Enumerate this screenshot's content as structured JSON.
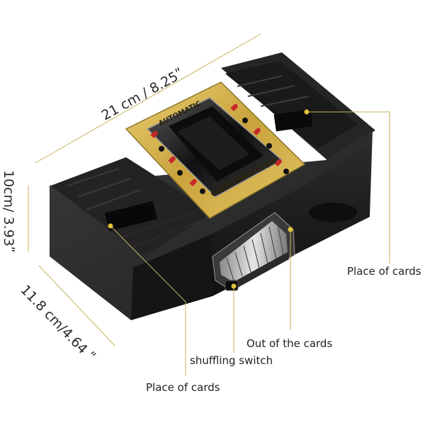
{
  "dimensions": {
    "length": "21 cm / 8.25ʺ",
    "height": "10cm/ 3.93ʺ",
    "depth": "11.8 cm/4.64 ʺ"
  },
  "callouts": {
    "place_of_cards_right": "Place of cards",
    "out_of_the_cards": "Out of the cards",
    "shuffling_switch": "shuffling switch",
    "place_of_cards_bottom": "Place of cards"
  },
  "product_label": {
    "top_text": "AUTOMATIC",
    "bottom_text": "CARD SHUFFLER"
  },
  "colors": {
    "leader_line": "#c8b25a",
    "marker_dot": "#e2c23c",
    "body": "#1c1c1c",
    "label_gold": "#d8b54a"
  }
}
